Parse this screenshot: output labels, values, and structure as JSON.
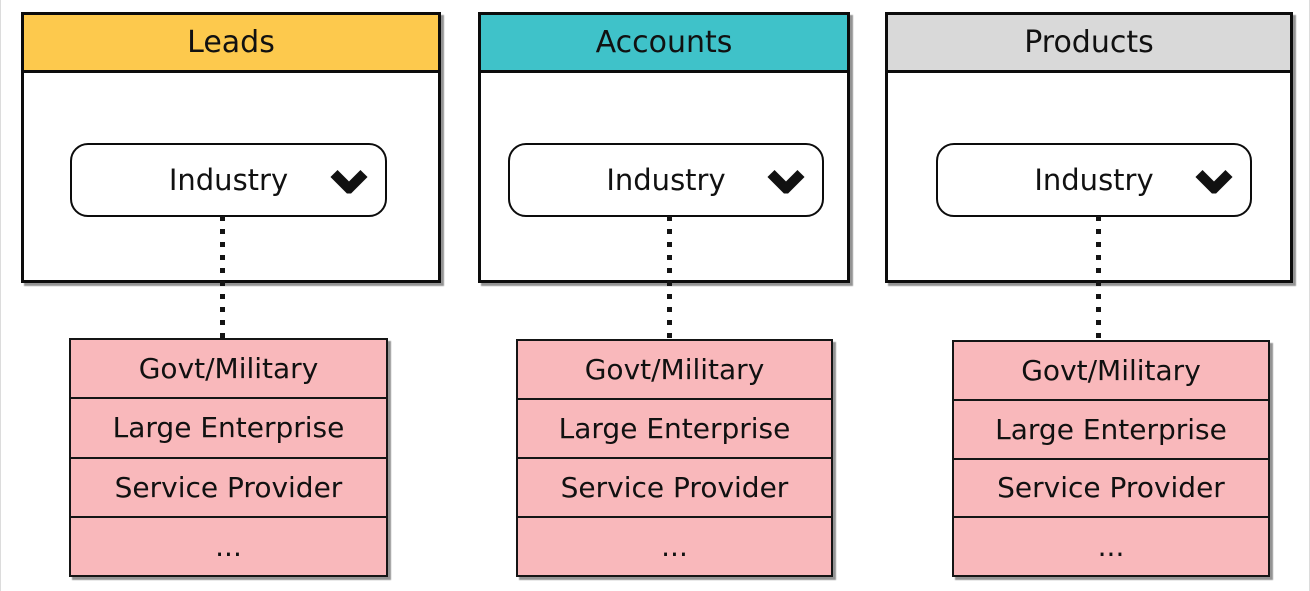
{
  "columns": [
    {
      "title": "Leads",
      "header_color": "#FDC94D",
      "dropdown_label": "Industry",
      "dropdown_icon": "chevron-down-icon",
      "items": [
        "Govt/Military",
        "Large Enterprise",
        "Service Provider",
        "..."
      ]
    },
    {
      "title": "Accounts",
      "header_color": "#3FC2C9",
      "dropdown_label": "Industry",
      "dropdown_icon": "chevron-down-icon",
      "items": [
        "Govt/Military",
        "Large Enterprise",
        "Service Provider",
        "..."
      ]
    },
    {
      "title": "Products",
      "header_color": "#D9D9D9",
      "dropdown_label": "Industry",
      "dropdown_icon": "chevron-down-icon",
      "items": [
        "Govt/Military",
        "Large Enterprise",
        "Service Provider",
        "..."
      ]
    }
  ],
  "colors": {
    "list_bg": "#F9B8BB",
    "border": "#0C0C0C"
  }
}
